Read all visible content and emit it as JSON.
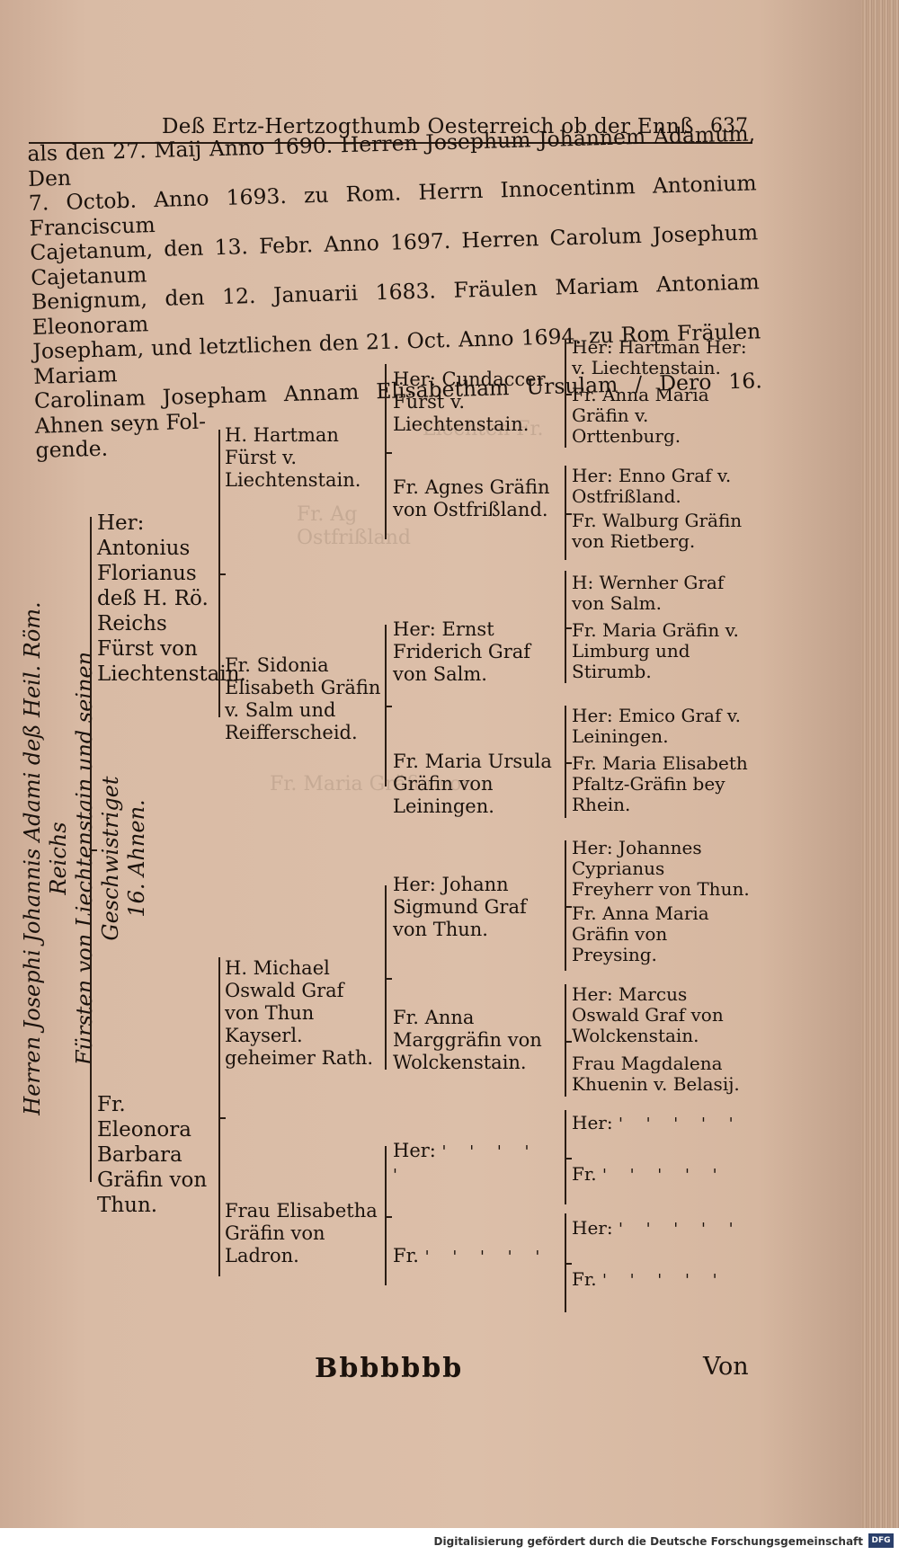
{
  "header": {
    "running_title": "Deß Ertz-Hertzogthumb Oesterreich ob der Ennß",
    "page_number": "637"
  },
  "intro_lines": [
    "als den 27. Maij Anno 1690. Herren Josephum Johannem Adamum, Den",
    "7. Octob. Anno 1693. zu Rom. Herrn Innocentinm Antonium Franciscum",
    "Cajetanum, den 13. Febr. Anno 1697. Herren Carolum Josephum Cajetanum",
    "Benignum, den 12. Januarii 1683. Fräulen Mariam Antoniam Eleonoram",
    "Josepham, und letztlichen den 21. Oct. Anno 1694. zu Rom Fräulen Mariam",
    "Carolinam Josepham Annam Elisabetham Ursulam / Dero 16. Ahnen seyn Fol-",
    "gende."
  ],
  "genealogy": {
    "subject_label": [
      "Herren Josephi Johannis Adami deß Heil. Röm. Reichs",
      "Fürsten von Liechtenstain und seinen Geschwistriget",
      "16. Ahnen."
    ],
    "gen1": {
      "father": "Her: Antonius Florianus deß H. Rö. Reichs Fürst von Liechtenstain.",
      "mother": "Fr. Eleonora Barbara Gräfin von Thun."
    },
    "gen2": {
      "pat_grandfather": "H. Hartman Fürst v. Liechtenstain.",
      "pat_grandmother": "Fr. Sidonia Elisabeth Gräfin v. Salm und Reifferscheid.",
      "mat_grandfather": "H. Michael Oswald Graf von Thun Kayserl. geheimer Rath.",
      "mat_grandmother": "Frau Elisabetha Gräfin von Ladron."
    },
    "gen3": [
      "Her: Cundaccer Fürst v. Liechtenstain.",
      "Fr. Agnes Gräfin von Ostfrißland.",
      "Her: Ernst Friderich Graf von Salm.",
      "Fr. Maria Ursula Gräfin von Leiningen.",
      "Her: Johann Sigmund Graf von Thun.",
      "Fr. Anna Marggräfin von Wolckenstain.",
      "Her:",
      "Fr."
    ],
    "gen4": [
      "Her: Hartman Her: v. Liechtenstain.",
      "Fr. Anna Maria Gräfin v. Orttenburg.",
      "Her: Enno Graf v. Ostfrißland.",
      "Fr. Walburg Gräfin von Rietberg.",
      "H: Wernher Graf von Salm.",
      "Fr. Maria Gräfin v. Limburg und Stirumb.",
      "Her: Emico Graf v. Leiningen.",
      "Fr. Maria Elisabeth Pfaltz-Gräfin bey Rhein.",
      "Her: Johannes Cyprianus Freyherr von Thun.",
      "Fr. Anna Maria Gräfin von Preysing.",
      "Her: Marcus Oswald Graf von Wolckenstain.",
      "Frau Magdalena Khuenin v. Belasij.",
      "Her:",
      "Fr.",
      "Her:",
      "Fr."
    ],
    "placeholder_marks": "' ' ' ' '"
  },
  "footer": {
    "signature": "Bbbbbbb",
    "catchword": "Von",
    "credit": "Digitalisierung gefördert durch die Deutsche Forschungsgemeinschaft",
    "logo": "DFG"
  }
}
